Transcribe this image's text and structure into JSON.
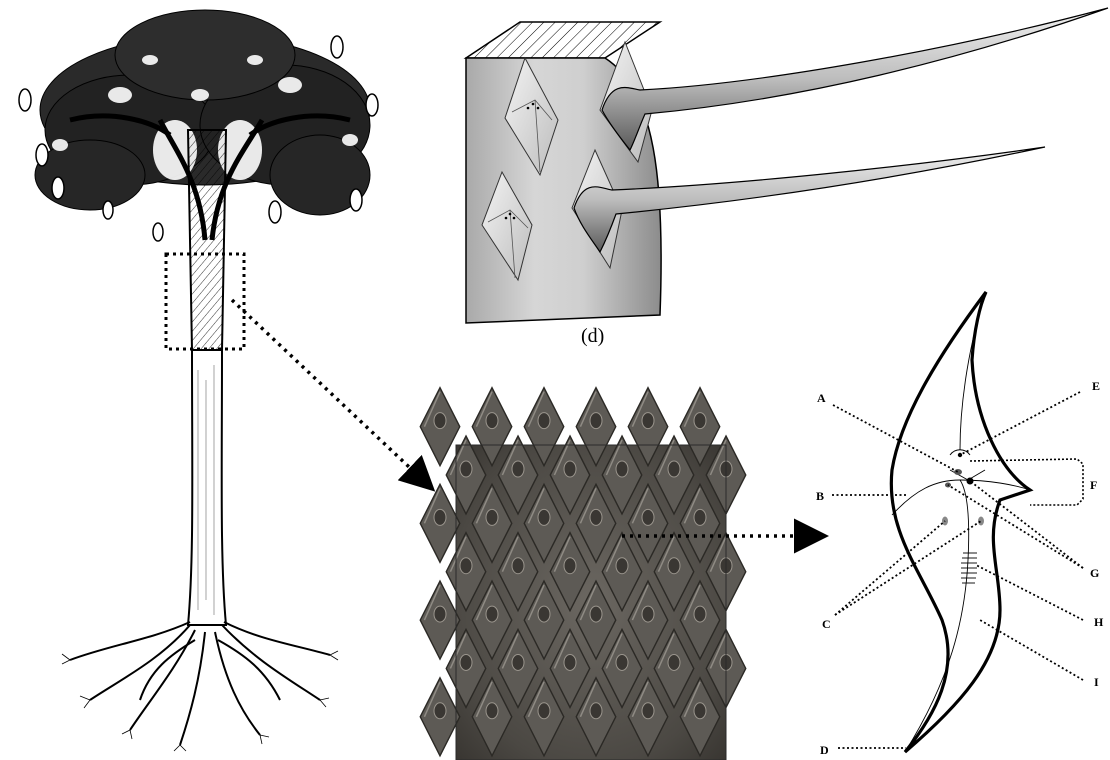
{
  "panel_label": "(d)",
  "leaf_cushion_labels": {
    "A": "A",
    "B": "B",
    "C": "C",
    "D": "D",
    "E": "E",
    "F": "F",
    "G": "G",
    "H": "H",
    "I": "I"
  },
  "colors": {
    "ink": "#000000",
    "bark_light": "#e6e6e6",
    "bark_dark": "#8a8a8a",
    "photo_base": "#4a4743"
  },
  "icons": {
    "zoom_arrow_1": "dotted-arrow-right-down",
    "zoom_arrow_2": "dotted-arrow-right"
  }
}
